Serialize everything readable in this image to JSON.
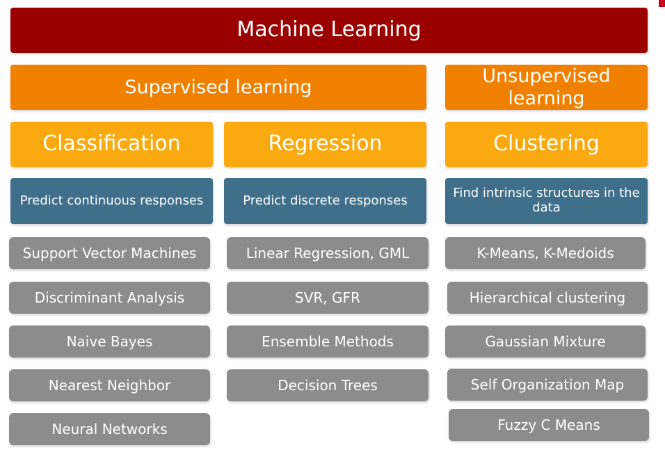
{
  "title": "Machine Learning",
  "categories": {
    "supervised": "Supervised learning",
    "unsupervised": "Unsupervised learning"
  },
  "columns": [
    {
      "name": "Classification",
      "description": "Predict continuous responses",
      "methods": [
        "Support Vector Machines",
        "Discriminant Analysis",
        "Naive Bayes",
        "Nearest Neighbor",
        "Neural Networks"
      ]
    },
    {
      "name": "Regression",
      "description": "Predict discrete responses",
      "methods": [
        "Linear Regression, GML",
        "SVR, GFR",
        "Ensemble Methods",
        "Decision Trees"
      ]
    },
    {
      "name": "Clustering",
      "description": "Find intrinsic structures in the data",
      "methods": [
        "K-Means, K-Medoids",
        "Hierarchical clustering",
        "Gaussian Mixture",
        "Self Organization Map",
        "Fuzzy C Means"
      ]
    }
  ],
  "colors": {
    "title": "#9b0000",
    "learning_type": "#f08000",
    "task": "#faaa10",
    "description": "#3f6f8a",
    "method": "#8c8c8c",
    "corner_mark": "#c2001e"
  }
}
